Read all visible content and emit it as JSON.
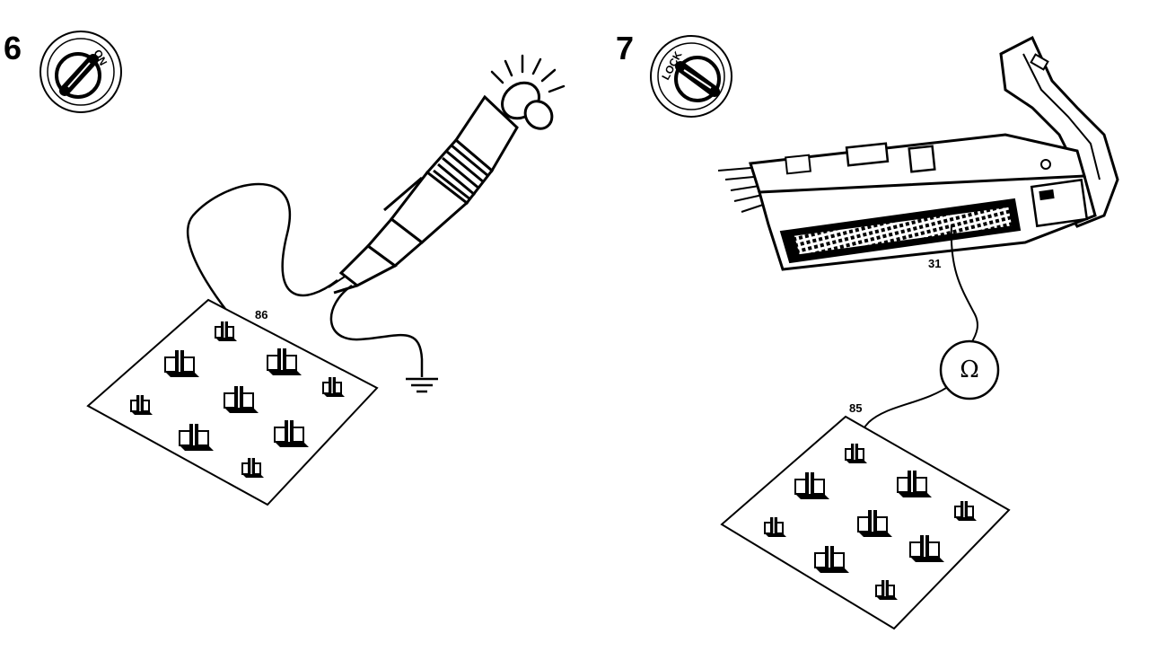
{
  "steps": [
    {
      "number": "6",
      "switch_label": "ON",
      "pin_label": "86"
    },
    {
      "number": "7",
      "switch_label": "LOCK",
      "connector_pin_label": "31",
      "pin_label": "85",
      "meter_symbol": "Ω"
    }
  ],
  "colors": {
    "ink": "#000000",
    "paper": "#ffffff"
  },
  "icons": {
    "ignition_switch": "ignition-key-switch-icon",
    "test_lamp": "test-lamp-probe-icon",
    "ground": "ground-symbol-icon",
    "ohmmeter": "ohmmeter-icon",
    "relay_socket": "relay-socket-icon",
    "connector": "ecu-harness-connector-icon"
  }
}
